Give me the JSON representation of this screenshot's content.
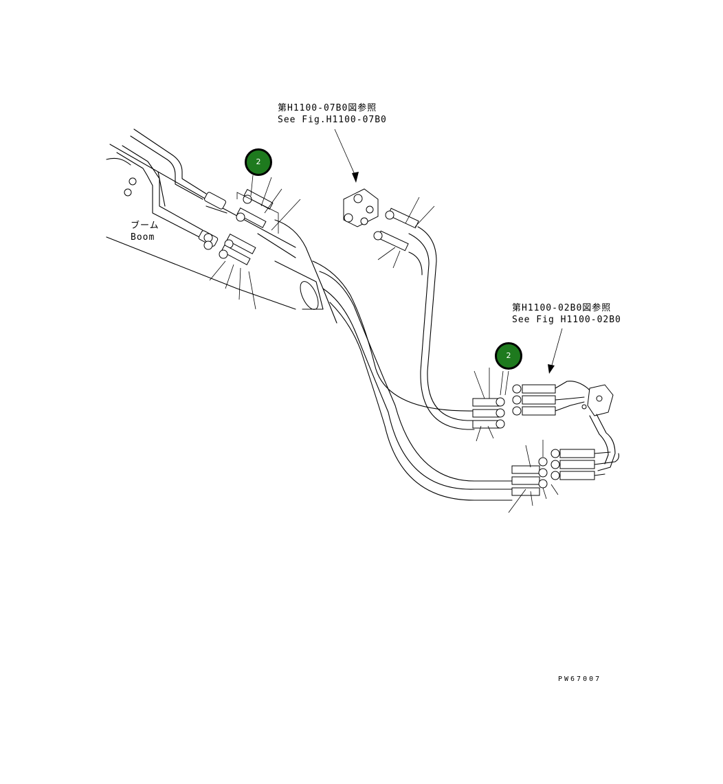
{
  "references": [
    {
      "jp": "第H1100-07B0図参照",
      "en": "See Fig.H1100-07B0"
    },
    {
      "jp": "第H1100-02B0図参照",
      "en": "See Fig H1100-02B0"
    }
  ],
  "boom_label": {
    "jp": "ブーム",
    "en": "Boom"
  },
  "callouts": [
    {
      "number": "2"
    },
    {
      "number": "2"
    }
  ],
  "drawing_id": "PW67007",
  "colors": {
    "callout_fill": "#1e7a1e",
    "line": "#000000"
  }
}
